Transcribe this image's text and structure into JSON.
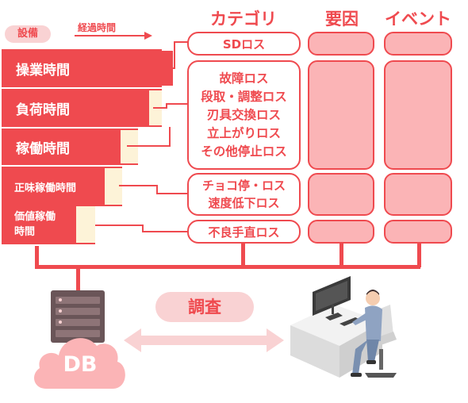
{
  "headers": {
    "category": "カテゴリ",
    "factor": "要因",
    "event": "イベント"
  },
  "equipment_label": "設備",
  "elapsed_time_label": "経過時間",
  "time_bars": [
    {
      "label": "操業時間"
    },
    {
      "label": "負荷時間"
    },
    {
      "label": "稼働時間"
    },
    {
      "label": "正味稼働時間"
    },
    {
      "label_line1": "価値稼働",
      "label_line2": "時間"
    }
  ],
  "categories": [
    {
      "lines": [
        "SDロス"
      ]
    },
    {
      "lines": [
        "故障ロス",
        "段取・調整ロス",
        "刃具交換ロス",
        "立上がりロス",
        "その他停止ロス"
      ]
    },
    {
      "lines": [
        "チョコ停・ロス",
        "速度低下ロス"
      ]
    },
    {
      "lines": [
        "不良手直ロス"
      ]
    }
  ],
  "investigation_label": "調査",
  "db_label": "DB",
  "colors": {
    "accent": "#ef4a4f",
    "pink_fill": "#fbb4b6",
    "light_pink": "#f9d2d3",
    "cream": "#fdf3d8"
  },
  "icons": [
    "server-icon",
    "cloud-icon",
    "double-arrow-icon",
    "person-at-computer-icon"
  ]
}
